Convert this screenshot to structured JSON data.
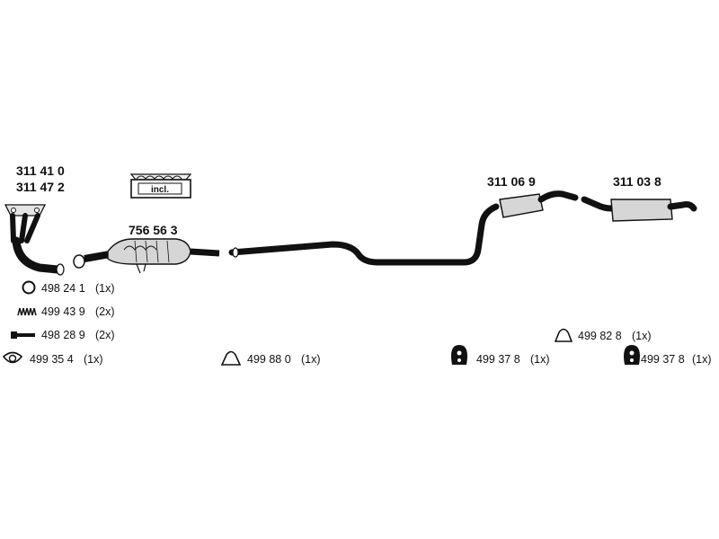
{
  "parts": {
    "manifold_numbers": [
      "311 41 0",
      "311 47 2"
    ],
    "kit_label": "incl.",
    "catalyst_number": "756 56 3",
    "middle_silencer_number": "311 06 9",
    "rear_silencer_number": "311 03 8"
  },
  "accessories": [
    {
      "code": "498 24 1",
      "qty": "(1x)",
      "icon": "ring-gasket-icon"
    },
    {
      "code": "499 43 9",
      "qty": "(2x)",
      "icon": "spring-icon"
    },
    {
      "code": "498 28 9",
      "qty": "(2x)",
      "icon": "bolt-icon"
    },
    {
      "code": "499 35 4",
      "qty": "(1x)",
      "icon": "flange-gasket-icon"
    },
    {
      "code": "499 88 0",
      "qty": "(1x)",
      "icon": "hanger-clamp-icon"
    },
    {
      "code": "499 37 8",
      "qty": "(1x)",
      "icon": "rubber-mount-icon"
    },
    {
      "code": "499 82 8",
      "qty": "(1x)",
      "icon": "hanger-clamp-icon"
    },
    {
      "code": "499 37 8",
      "qty": "(1x)",
      "icon": "rubber-mount-icon"
    }
  ],
  "colors": {
    "line": "#111111",
    "background": "#ffffff",
    "part_fill": "#d6d6d6"
  }
}
